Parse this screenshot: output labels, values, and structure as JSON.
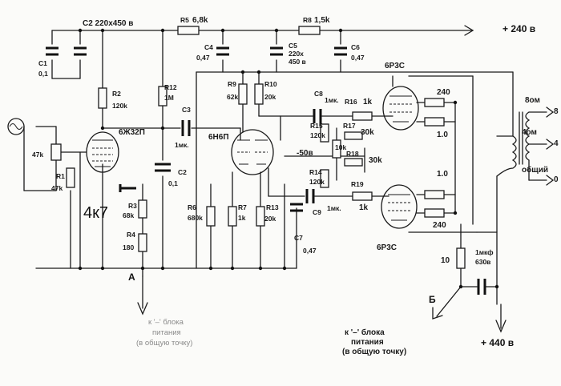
{
  "supply": {
    "b_plus_240": "+ 240 в",
    "b_plus_440": "+ 440 в"
  },
  "tubes": {
    "v1": "6Ж32П",
    "v2": "6Н6П",
    "v3": "6Р3С",
    "v4": "6Р3С"
  },
  "components": {
    "c1_name": "C1",
    "c1_val": "0,1",
    "c2_top": "C2 220х450 в",
    "r5_name": "R5",
    "r5_val": "6,8k",
    "c4_name": "C4",
    "c4_val": "0,47",
    "c5_name": "C5",
    "c5_val1": "220х",
    "c5_val2": "450 в",
    "r8_name": "R8",
    "r8_val": "1,5k",
    "c6_name": "C6",
    "c6_val": "0,47",
    "r2_name": "R2",
    "r2_val": "120k",
    "r12_name": "R12",
    "r12_val": "1M",
    "c3_name": "C3",
    "c3_val": "1мк.",
    "r9_name": "R9",
    "r9_val": "62k",
    "r10_name": "R10",
    "r10_val": "20k",
    "c8_name": "C8",
    "c8_val": "1мк.",
    "r16_name": "R16",
    "r16_val": "1k",
    "r20_val": "240",
    "r21_val": "1.0",
    "r15_name": "R15",
    "r15_val": "120k",
    "r17_name": "R17",
    "r17_val": "30k",
    "r18_name": "R18",
    "r18_val": "30k",
    "pot_val": "10k",
    "bias": "-50в",
    "r14_name": "R14",
    "r14_val": "120k",
    "r19_name": "R19",
    "r19_val": "1k",
    "c9_name": "C9",
    "c9_val": "1мк.",
    "r22_val": "1.0",
    "r23_val": "240",
    "vol_val": "47k",
    "r1_name": "R1",
    "r1_val": "47k",
    "c2b_name": "C2",
    "c2b_val": "0,1",
    "c_cath": "4к7",
    "r3_name": "R3",
    "r3_val": "68k",
    "r4_name": "R4",
    "r4_val": "180",
    "r6_name": "R6",
    "r6_val": "680k",
    "r7_name": "R7",
    "r7_val": "1k",
    "r13_name": "R13",
    "r13_val": "20k",
    "c7_name": "C7",
    "c7_val": "0,47",
    "r_snub_val": "10",
    "c_snub_val1": "1мкф",
    "c_snub_val2": "630в"
  },
  "output": {
    "tap_8": "8ом",
    "tap_4": "4ом",
    "tap_common": "общий",
    "n8": "8",
    "n4": "4",
    "n0": "0"
  },
  "nodes": {
    "a_label": "A",
    "a_note1": "к '–' блока",
    "a_note2": "питания",
    "a_note3": "(в общую точку)",
    "b_label": "Б",
    "b_note1": "к '–' блока",
    "b_note2": "питания",
    "b_note3": "(в общую точку)"
  }
}
